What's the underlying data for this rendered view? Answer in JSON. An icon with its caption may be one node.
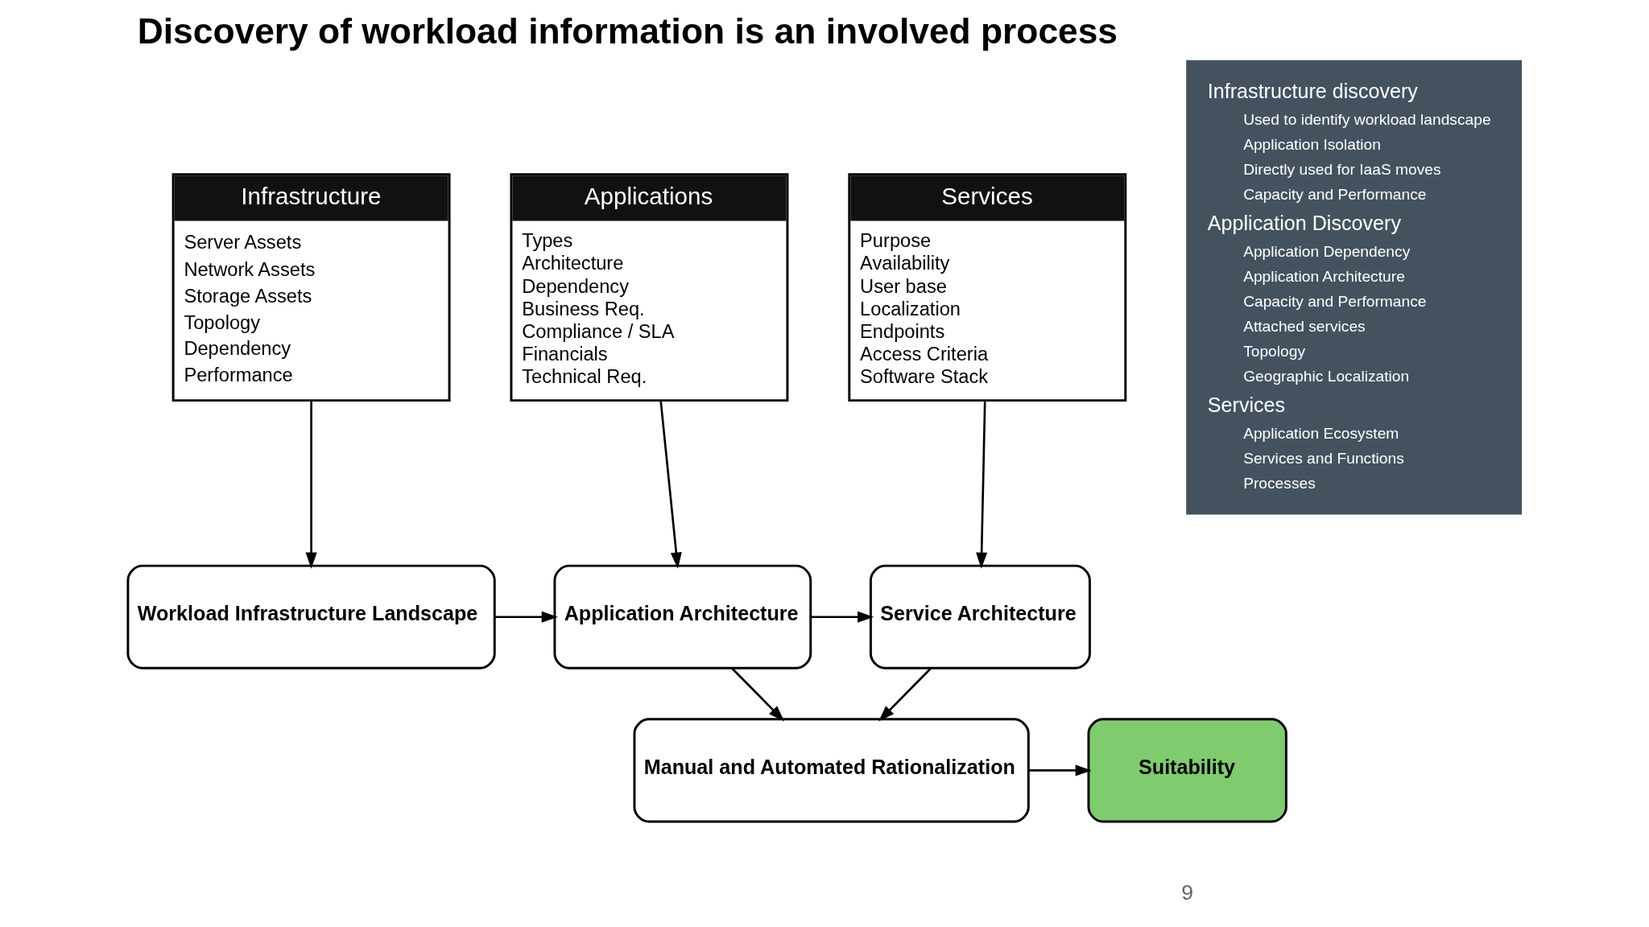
{
  "diagram": {
    "title": "Discovery of workload information is an involved process",
    "nodes": [
      {
        "text": [
          "Infrastructure",
          "Server Assets",
          "Network Assets",
          "Storage Assets",
          "Topology",
          "Dependency",
          "Performance"
        ]
      },
      {
        "text": [
          "Applications",
          "Types",
          "Architecture",
          "Dependency",
          "Business Req.",
          "Compliance / SLA",
          "Financials",
          "Technical Req."
        ]
      },
      {
        "text": [
          "Services",
          "Purpose",
          "Availability",
          "User base",
          "Localization",
          "Endpoints",
          "Access Criteria",
          "Software Stack"
        ]
      },
      {
        "text": [
          "Workload Infrastructure Landscape"
        ]
      },
      {
        "text": [
          "Application Architecture"
        ]
      },
      {
        "text": [
          "Service Architecture"
        ]
      },
      {
        "text": [
          "Manual and Automated Rationalization"
        ]
      },
      {
        "text": [
          "Suitability"
        ]
      },
      {
        "text": [
          "Infrastructure discovery",
          "Used to identify workload landscape",
          "Application Isolation",
          "Directly used for IaaS moves",
          "Capacity and Performance",
          "Application Discovery",
          "Application Dependency",
          "Application Architecture",
          "Capacity and Performance",
          "Attached services",
          "Topology",
          "Geographic Localization",
          "Services",
          "Application Ecosystem",
          "Services and Functions",
          "Processes"
        ]
      }
    ],
    "edges": [
      {
        "from": 0,
        "to": 3,
        "arrow": "to"
      },
      {
        "from": 1,
        "to": 4,
        "arrow": "to"
      },
      {
        "from": 2,
        "to": 5,
        "arrow": "to"
      },
      {
        "from": 3,
        "to": 4,
        "arrow": "to"
      },
      {
        "from": 4,
        "to": 5,
        "arrow": "to"
      },
      {
        "from": 4,
        "to": 6,
        "arrow": "to"
      },
      {
        "from": 5,
        "to": 6,
        "arrow": "to"
      },
      {
        "from": 6,
        "to": 7,
        "arrow": "to"
      }
    ],
    "labels": [
      "9"
    ]
  }
}
